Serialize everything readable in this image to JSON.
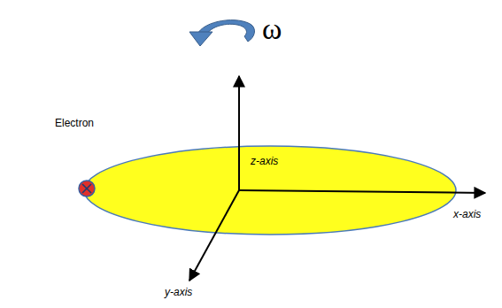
{
  "diagram": {
    "labels": [
      "ω",
      "z-axis",
      "x-axis",
      "y-axis",
      "Electron"
    ]
  }
}
